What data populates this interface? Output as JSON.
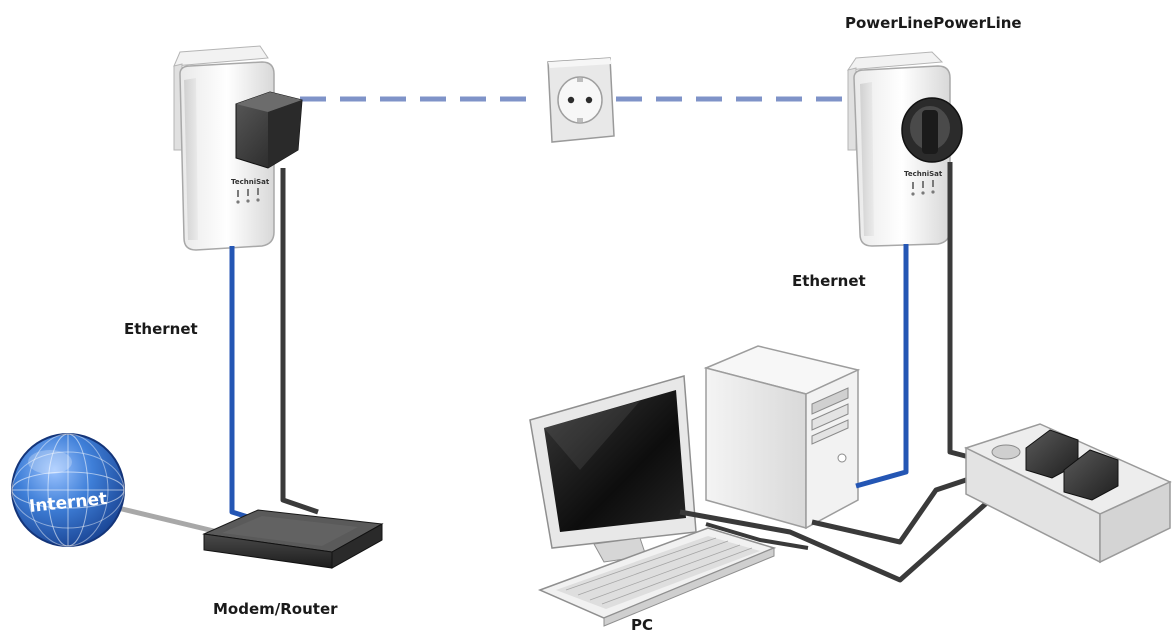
{
  "labels": {
    "powerline_top": "PowerLinePowerLine",
    "ethernet_left": "Ethernet",
    "ethernet_right": "Ethernet",
    "modem_router": "Modem/Router",
    "pc": "PC",
    "internet": "Internet"
  },
  "brand": "TechniSat",
  "colors": {
    "ethernet_cable": "#2456b4",
    "power_cable": "#3a3a3a",
    "powerline_dash": "#7f93c8",
    "globe": "#2f6fd0",
    "internet_cable": "#a8a8a8"
  }
}
